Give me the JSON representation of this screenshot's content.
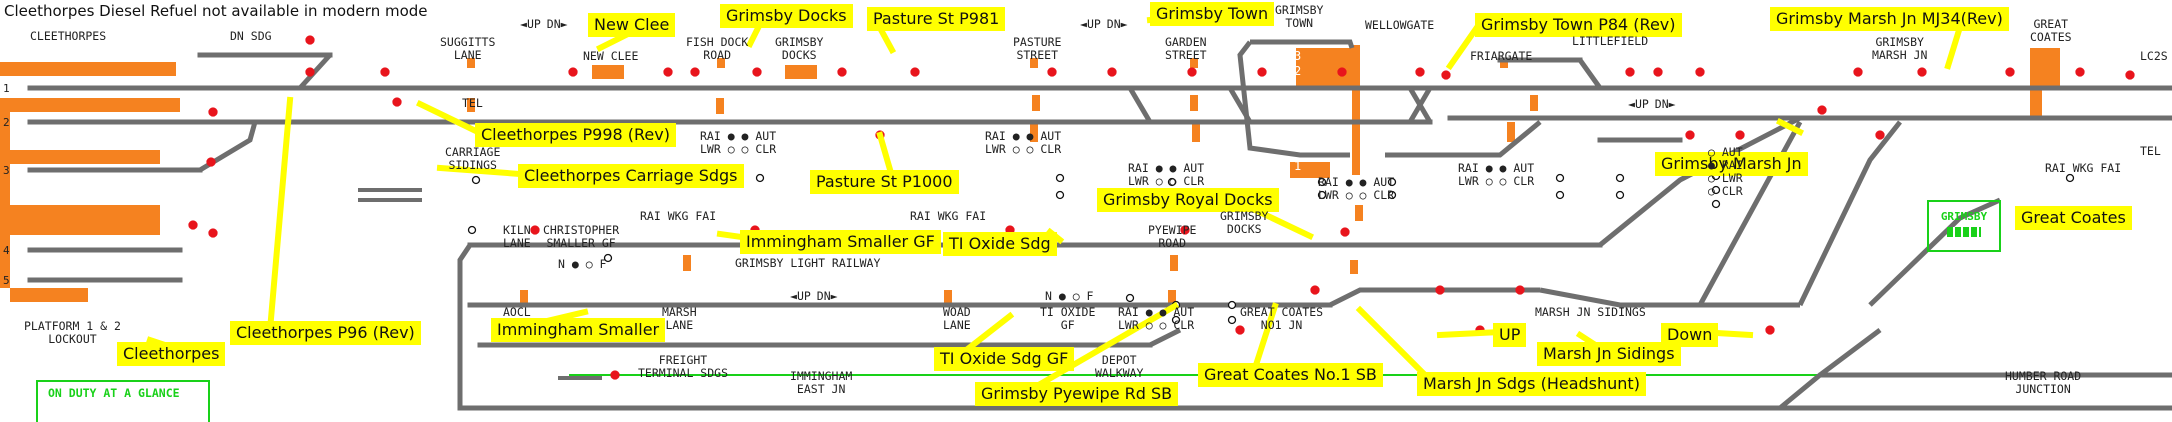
{
  "caption": "Cleethorpes Diesel Refuel  not available in modern mode",
  "colors": {
    "track": "#6e6e6e",
    "platform": "#f58220",
    "signal": "#e8141c",
    "callout": "#ffff00",
    "frame": "#19d119"
  },
  "direction_arrows": {
    "up": "UP",
    "dn": "DN"
  },
  "callouts": [
    {
      "id": "new-clee",
      "text": "New Clee"
    },
    {
      "id": "grimsby-docks",
      "text": "Grimsby Docks"
    },
    {
      "id": "pasture-st-p981",
      "text": "Pasture St P981"
    },
    {
      "id": "grimsby-town",
      "text": "Grimsby Town"
    },
    {
      "id": "grimsby-town-p84",
      "text": "Grimsby Town P84 (Rev)"
    },
    {
      "id": "grimsby-marsh-jn-mj34",
      "text": "Grimsby Marsh Jn MJ34(Rev)"
    },
    {
      "id": "cleethorpes-p998",
      "text": "Cleethorpes P998 (Rev)"
    },
    {
      "id": "cleethorpes-carriage-sdgs",
      "text": "Cleethorpes Carriage Sdgs"
    },
    {
      "id": "pasture-st-p1000",
      "text": "Pasture St P1000"
    },
    {
      "id": "grimsby-marsh-jn",
      "text": "Grimsby Marsh Jn"
    },
    {
      "id": "grimsby-royal-docks",
      "text": "Grimsby Royal Docks"
    },
    {
      "id": "great-coates",
      "text": "Great Coates"
    },
    {
      "id": "immingham-smaller-gf",
      "text": "Immingham Smaller GF"
    },
    {
      "id": "ti-oxide-sdg",
      "text": "TI Oxide Sdg"
    },
    {
      "id": "cleethorpes-p96",
      "text": "Cleethorpes P96 (Rev)"
    },
    {
      "id": "immingham-smaller",
      "text": "Immingham Smaller"
    },
    {
      "id": "cleethorpes",
      "text": "Cleethorpes"
    },
    {
      "id": "ti-oxide-sdg-gf",
      "text": "TI Oxide Sdg GF"
    },
    {
      "id": "grimsby-pyewipe-rd-sb",
      "text": "Grimsby Pyewipe Rd SB"
    },
    {
      "id": "great-coates-no1-sb",
      "text": "Great Coates No.1 SB"
    },
    {
      "id": "marsh-jn-sdgs-headshunt",
      "text": "Marsh Jn Sdgs (Headshunt)"
    },
    {
      "id": "up",
      "text": "UP"
    },
    {
      "id": "marsh-jn-sidings",
      "text": "Marsh Jn Sidings"
    },
    {
      "id": "down",
      "text": "Down"
    }
  ],
  "labels": [
    {
      "id": "cleethorpes-station",
      "text": "CLEETHORPES"
    },
    {
      "id": "dn-sdg",
      "text": "DN SDG"
    },
    {
      "id": "suggitts-lane",
      "text": "SUGGITTS\nLANE"
    },
    {
      "id": "new-clee-station",
      "text": "NEW CLEE"
    },
    {
      "id": "fish-dock-road",
      "text": "FISH DOCK\nROAD"
    },
    {
      "id": "grimsby-docks-station",
      "text": "GRIMSBY\nDOCKS"
    },
    {
      "id": "pasture-street",
      "text": "PASTURE\nSTREET"
    },
    {
      "id": "garden-street",
      "text": "GARDEN\nSTREET"
    },
    {
      "id": "grimsby-town-station",
      "text": "GRIMSBY\nTOWN"
    },
    {
      "id": "wellowgate",
      "text": "WELLOWGATE"
    },
    {
      "id": "friargate",
      "text": "FRIARGATE"
    },
    {
      "id": "littlefield",
      "text": "LITTLEFIELD"
    },
    {
      "id": "grimsby-marsh-jn-station",
      "text": "GRIMSBY\nMARSH JN"
    },
    {
      "id": "great-coates-station",
      "text": "GREAT\nCOATES"
    },
    {
      "id": "lc2",
      "text": "LC2S"
    },
    {
      "id": "tel-1",
      "text": "TEL"
    },
    {
      "id": "tel-2",
      "text": "TEL"
    },
    {
      "id": "carriage-sidings",
      "text": "CARRIAGE\nSIDINGS"
    },
    {
      "id": "kiln-lane",
      "text": "KILN\nLANE"
    },
    {
      "id": "christopher-smaller-gf",
      "text": "CHRISTOPHER\nSMALLER GF"
    },
    {
      "id": "grimsby-light-railway",
      "text": "GRIMSBY LIGHT RAILWAY"
    },
    {
      "id": "pyewipe-road",
      "text": "PYEWIPE\nROAD"
    },
    {
      "id": "grimsby-docks-lower",
      "text": "GRIMSBY\nDOCKS"
    },
    {
      "id": "aocl",
      "text": "AOCL"
    },
    {
      "id": "marsh-lane",
      "text": "MARSH\nLANE"
    },
    {
      "id": "woad-lane",
      "text": "WOAD\nLANE"
    },
    {
      "id": "ti-oxide-gf",
      "text": "TI OXIDE\nGF"
    },
    {
      "id": "great-coates-no1-jn",
      "text": "GREAT COATES\nNO1 JN"
    },
    {
      "id": "marsh-jn-sidings-label",
      "text": "MARSH JN SIDINGS"
    },
    {
      "id": "platform-1-2-lockout",
      "text": "PLATFORM 1 & 2\nLOCKOUT"
    },
    {
      "id": "freight-terminal-sdgs",
      "text": "FREIGHT\nTERMINAL SDGS"
    },
    {
      "id": "immingham-east-jn",
      "text": "IMMINGHAM\nEAST JN"
    },
    {
      "id": "depot-walkway",
      "text": "DEPOT\nWALKWAY"
    },
    {
      "id": "humber-road-junction",
      "text": "HUMBER ROAD\nJUNCTION"
    },
    {
      "id": "rai-wkg-fai-1",
      "text": "RAI WKG FAI"
    },
    {
      "id": "rai-wkg-fai-2",
      "text": "RAI WKG FAI"
    },
    {
      "id": "rai-wkg-fai-3",
      "text": "RAI WKG FAI"
    },
    {
      "id": "n-f",
      "text": "N ● ○ F"
    },
    {
      "id": "n-f-2",
      "text": "N ● ○ F"
    }
  ],
  "platform_numbers": [
    "1",
    "2",
    "3",
    "4",
    "5"
  ],
  "town_platforms": [
    "3",
    "2",
    "1"
  ],
  "duty_panel": {
    "title": "ON DUTY AT A GLANCE"
  },
  "grimsby_panel": {
    "title": "GRIMSBY"
  },
  "indicator_groups": [
    {
      "id": "ind-a",
      "rows": [
        "RAI ● ● AUT",
        "LWR ○ ○ CLR"
      ]
    },
    {
      "id": "ind-b",
      "rows": [
        "RAI ● ● AUT",
        "LWR ○ ○ CLR"
      ]
    },
    {
      "id": "ind-c",
      "rows": [
        "RAI ● ● AUT",
        "LWR ○ ○ CLR"
      ]
    },
    {
      "id": "ind-d",
      "rows": [
        "RAI ● ● AUT",
        "LWR ○ ○ CLR"
      ]
    },
    {
      "id": "ind-e",
      "rows": [
        "RAI ● ● AUT",
        "LWR ○ ○ CLR"
      ]
    },
    {
      "id": "ind-f",
      "rows": [
        "○ AUT",
        "● RAI",
        "○ LWR",
        "○ CLR"
      ]
    },
    {
      "id": "ind-g",
      "rows": [
        "RAI ● ● AUT",
        "LWR ○ ○ CLR"
      ]
    }
  ]
}
